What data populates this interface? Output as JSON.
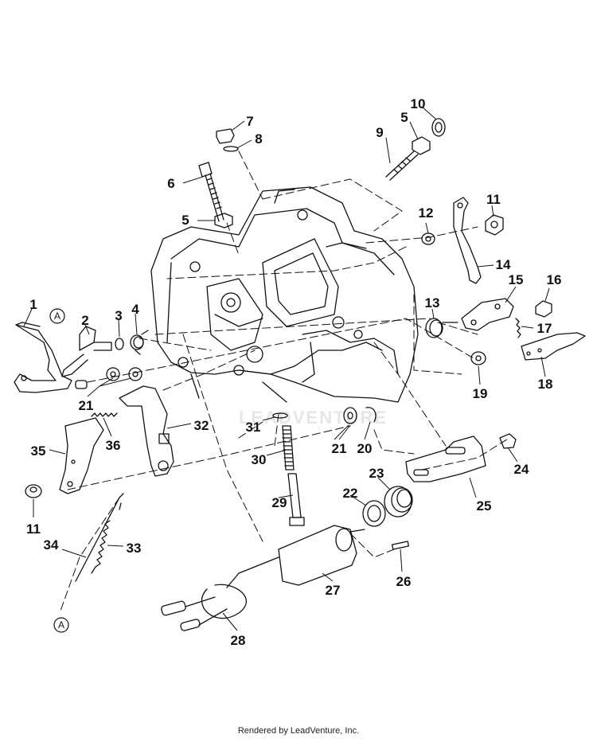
{
  "diagram": {
    "callouts": [
      "1",
      "2",
      "3",
      "4",
      "5",
      "5",
      "6",
      "7",
      "8",
      "9",
      "10",
      "11",
      "11",
      "12",
      "13",
      "14",
      "15",
      "16",
      "17",
      "18",
      "19",
      "20",
      "21",
      "21",
      "22",
      "23",
      "24",
      "25",
      "26",
      "27",
      "28",
      "29",
      "30",
      "31",
      "32",
      "33",
      "34",
      "35",
      "36"
    ],
    "reference_marks": [
      "A",
      "A"
    ],
    "watermark": "LEADVENTURE"
  },
  "footer": {
    "text": "Rendered by LeadVenture, Inc."
  }
}
